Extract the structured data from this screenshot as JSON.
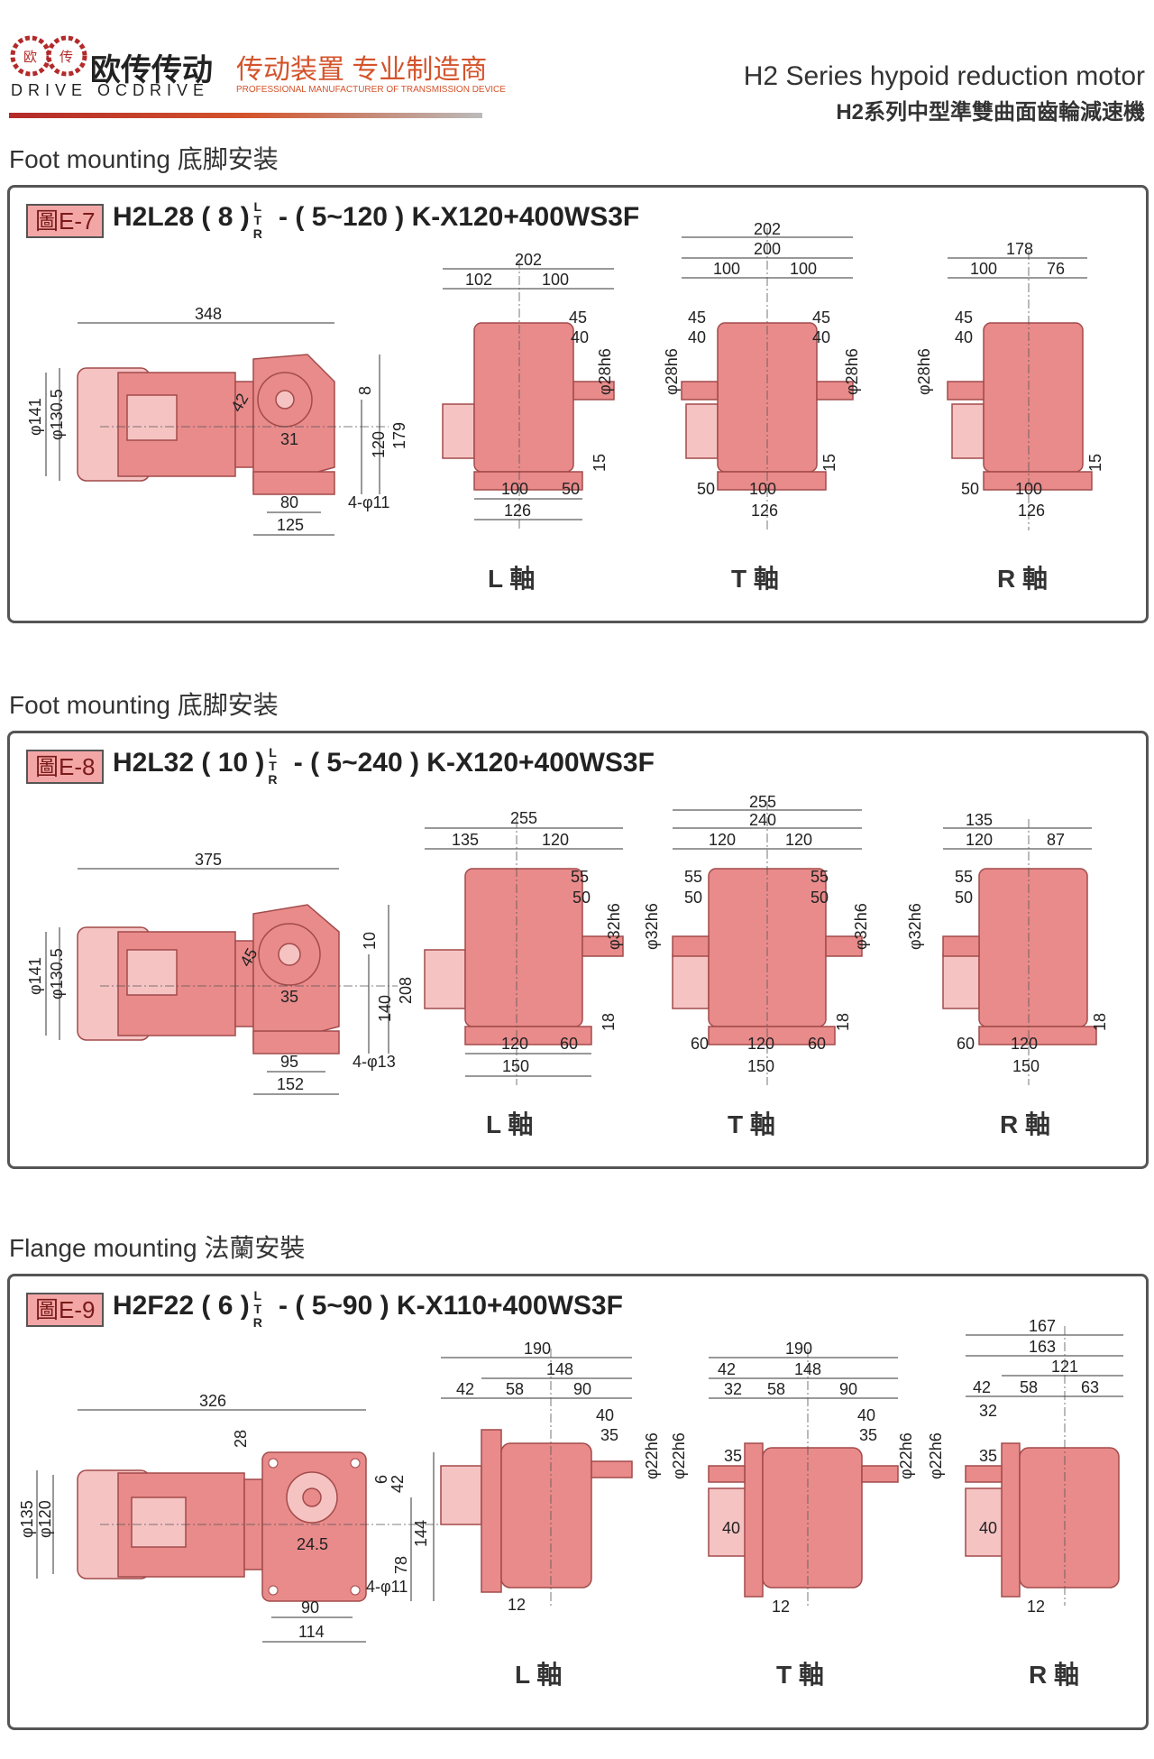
{
  "header": {
    "logo_badge_left": "欧",
    "logo_badge_right": "传",
    "logo_brand_cn": "欧传传动",
    "logo_brand_en": "DRIVE OCDRIVE",
    "tagline_cn": "传动装置 专业制造商",
    "tagline_en": "PROFESSIONAL MANUFACTURER OF TRANSMISSION DEVICE",
    "series_title_en": "H2 Series hypoid reduction motor",
    "series_title_cn": "H2系列中型準雙曲面齒輪減速機"
  },
  "sections": [
    {
      "title": "Foot mounting 底脚安装",
      "figure_tag": "圖E-7",
      "model": "H2L28 ( 8 )",
      "model_suffix": " - ( 5~120 ) K-X120+400WS3F",
      "ltr": [
        "L",
        "T",
        "R"
      ],
      "axis_labels": [
        "L 軸",
        "T 軸",
        "R 軸"
      ],
      "side_dims": [
        "348",
        "φ141",
        "φ130.5",
        "42",
        "31",
        "8",
        "120",
        "179",
        "80",
        "125",
        "4-φ11"
      ],
      "l_dims": [
        "202",
        "102",
        "100",
        "45",
        "40",
        "φ28h6",
        "15",
        "100",
        "50",
        "126"
      ],
      "t_dims": [
        "202",
        "200",
        "100",
        "100",
        "45",
        "45",
        "40",
        "40",
        "φ28h6",
        "φ28h6",
        "15",
        "50",
        "100",
        "126"
      ],
      "r_dims": [
        "178",
        "100",
        "76",
        "45",
        "40",
        "φ28h6",
        "15",
        "50",
        "100",
        "126"
      ]
    },
    {
      "title": "Foot mounting 底脚安装",
      "figure_tag": "圖E-8",
      "model": "H2L32 ( 10 )",
      "model_suffix": " - ( 5~240 ) K-X120+400WS3F",
      "ltr": [
        "L",
        "T",
        "R"
      ],
      "axis_labels": [
        "L 軸",
        "T 軸",
        "R 軸"
      ],
      "side_dims": [
        "375",
        "φ141",
        "φ130.5",
        "45",
        "35",
        "10",
        "140",
        "208",
        "95",
        "152",
        "4-φ13"
      ],
      "l_dims": [
        "255",
        "135",
        "120",
        "55",
        "50",
        "φ32h6",
        "18",
        "120",
        "60",
        "150"
      ],
      "t_dims": [
        "255",
        "240",
        "120",
        "120",
        "55",
        "55",
        "50",
        "50",
        "φ32h6",
        "φ32h6",
        "18",
        "60",
        "120",
        "60",
        "150"
      ],
      "r_dims": [
        "135",
        "120",
        "87",
        "55",
        "50",
        "φ32h6",
        "18",
        "60",
        "120",
        "150"
      ]
    },
    {
      "title": "Flange mounting 法蘭安裝",
      "figure_tag": "圖E-9",
      "model": "H2F22 ( 6 )",
      "model_suffix": " - ( 5~90 ) K-X110+400WS3F",
      "ltr": [
        "L",
        "T",
        "R"
      ],
      "axis_labels": [
        "L 軸",
        "T 軸",
        "R 軸"
      ],
      "side_dims": [
        "326",
        "28",
        "φ135",
        "φ120",
        "6",
        "42",
        "144",
        "78",
        "24.5",
        "90",
        "114",
        "4-φ11"
      ],
      "l_dims": [
        "190",
        "148",
        "42",
        "58",
        "90",
        "40",
        "35",
        "φ22h6",
        "12"
      ],
      "t_dims": [
        "190",
        "42",
        "148",
        "32",
        "58",
        "90",
        "40",
        "35",
        "35",
        "φ22h6",
        "φ22h6",
        "40",
        "12"
      ],
      "r_dims": [
        "167",
        "163",
        "121",
        "42",
        "58",
        "63",
        "32",
        "35",
        "40",
        "φ22h6",
        "12"
      ]
    }
  ]
}
